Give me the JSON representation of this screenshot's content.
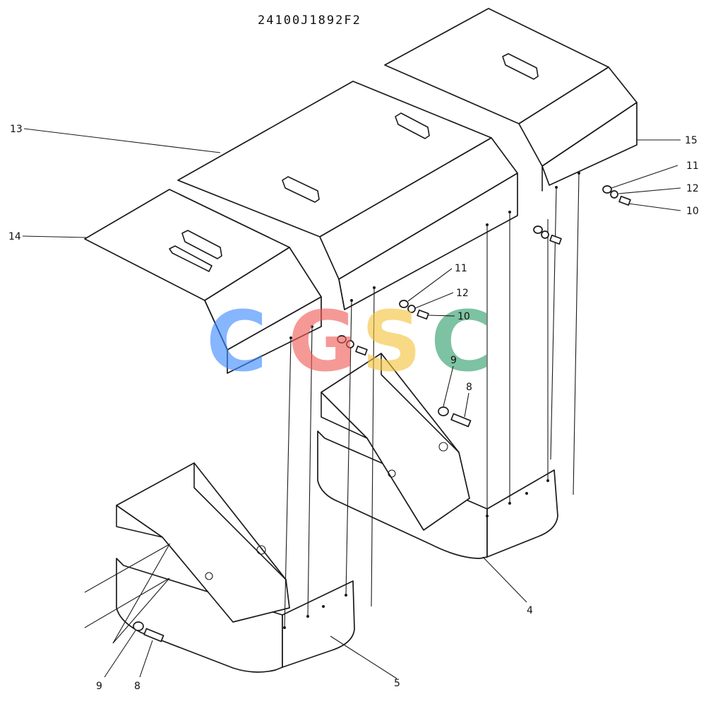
{
  "diagram": {
    "part_number": "24100J1892F2",
    "watermark": {
      "letters": [
        "C",
        "G",
        "S",
        "C"
      ],
      "colors": [
        "#3d8bfd",
        "#ef5b57",
        "#f5c33b",
        "#2e9d6a"
      ]
    },
    "callouts": {
      "c13": "13",
      "c14": "14",
      "c15": "15",
      "c11a": "11",
      "c12a": "12",
      "c10a": "10",
      "c11b": "11",
      "c12b": "12",
      "c10b": "10",
      "c9a": "9",
      "c8a": "8",
      "c9b": "9",
      "c8b": "8",
      "c4": "4",
      "c5": "5"
    }
  }
}
